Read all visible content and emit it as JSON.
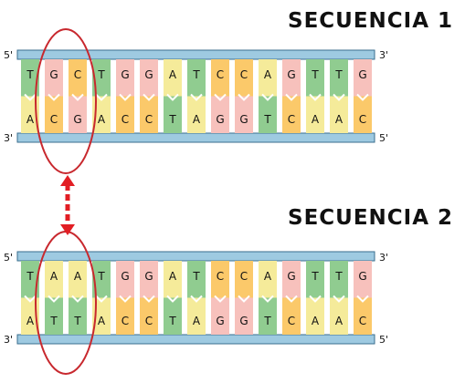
{
  "colors": {
    "backbone": "#9ECAE1",
    "backbone_edge": "#3A6E8E",
    "gap": "#ffffff",
    "T": "#90CC90",
    "A": "#F5EB9A",
    "G": "#F7C1BC",
    "C": "#FBC96A",
    "highlight": "#C8282E",
    "arrow": "#E21E24"
  },
  "sequences": [
    {
      "title": "SECUENCIA 1",
      "end_left_top": "5'",
      "end_right_top": "3'",
      "end_left_bottom": "3'",
      "end_right_bottom": "5'",
      "top_strand": [
        "T",
        "G",
        "C",
        "T",
        "G",
        "G",
        "A",
        "T",
        "C",
        "C",
        "A",
        "G",
        "T",
        "T",
        "G"
      ],
      "bottom_strand": [
        "A",
        "C",
        "G",
        "A",
        "C",
        "C",
        "T",
        "A",
        "G",
        "G",
        "T",
        "C",
        "A",
        "A",
        "C"
      ],
      "highlighted_pairs": [
        1,
        2
      ]
    },
    {
      "title": "SECUENCIA 2",
      "end_left_top": "5'",
      "end_right_top": "3'",
      "end_left_bottom": "3'",
      "end_right_bottom": "5'",
      "top_strand": [
        "T",
        "A",
        "A",
        "T",
        "G",
        "G",
        "A",
        "T",
        "C",
        "C",
        "A",
        "G",
        "T",
        "T",
        "G"
      ],
      "bottom_strand": [
        "A",
        "T",
        "T",
        "A",
        "C",
        "C",
        "T",
        "A",
        "G",
        "G",
        "T",
        "C",
        "A",
        "A",
        "C"
      ],
      "highlighted_pairs": [
        1,
        2
      ]
    }
  ]
}
